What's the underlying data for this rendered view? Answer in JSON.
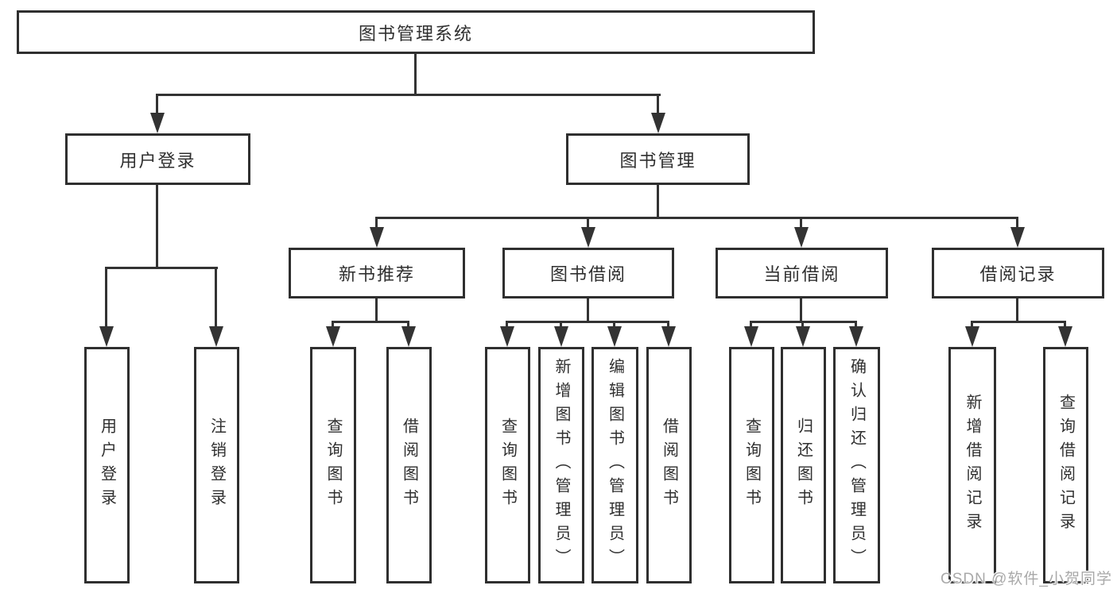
{
  "tree": {
    "label": "图书管理系统",
    "children": [
      {
        "label": "用户登录",
        "children": [
          {
            "label": "用户登录"
          },
          {
            "label": "注销登录"
          }
        ]
      },
      {
        "label": "图书管理",
        "children": [
          {
            "label": "新书推荐",
            "children": [
              {
                "label": "查询图书"
              },
              {
                "label": "借阅图书"
              }
            ]
          },
          {
            "label": "图书借阅",
            "children": [
              {
                "label": "查询图书"
              },
              {
                "label": "新增图书（管理员）"
              },
              {
                "label": "编辑图书（管理员）"
              },
              {
                "label": "借阅图书"
              }
            ]
          },
          {
            "label": "当前借阅",
            "children": [
              {
                "label": "查询图书"
              },
              {
                "label": "归还图书"
              },
              {
                "label": "确认归还（管理员）"
              }
            ]
          },
          {
            "label": "借阅记录",
            "children": [
              {
                "label": "新增借阅记录"
              },
              {
                "label": "查询借阅记录"
              }
            ]
          }
        ]
      }
    ]
  },
  "watermark": {
    "text": "CSDN @软件_小贺同学"
  },
  "colors": {
    "line": "#333333",
    "box_border": "#2f2f2f",
    "text": "#2f2f2f",
    "watermark_text": "#a9a9a9",
    "background": "#ffffff"
  }
}
